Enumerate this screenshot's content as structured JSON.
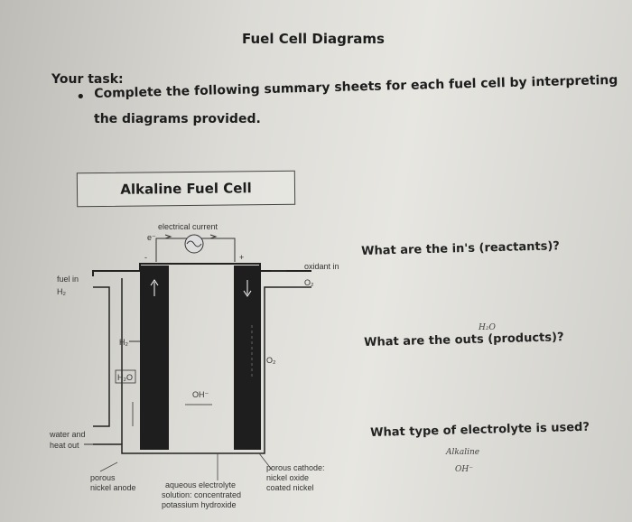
{
  "page": {
    "title": "Fuel Cell Diagrams",
    "task_label": "Your task:",
    "bullet": "•",
    "task_text_line1": "Complete the following summary sheets for each fuel cell by interpreting",
    "task_text_line2": "the diagrams provided."
  },
  "cell": {
    "name": "Alkaline Fuel Cell"
  },
  "diagram": {
    "electrical_current": "electrical current",
    "electron": "e⁻",
    "fuel_in_label": "fuel in",
    "fuel_in_gas": "H₂",
    "oxidant_in_label": "oxidant in",
    "oxidant_in_gas": "O₂",
    "h2_inside": "H₂",
    "h2o_inside": "H₂O",
    "o2_inside": "O₂",
    "hydroxide": "OH⁻",
    "water_heat_line1": "water and",
    "water_heat_line2": "heat out",
    "anode_line1": "porous",
    "anode_line2": "nickel anode",
    "electrolyte_line1": "aqueous electrolyte",
    "electrolyte_line2": "solution: concentrated",
    "electrolyte_line3": "potassium hydroxide",
    "cathode_line1": "porous cathode:",
    "cathode_line2": "nickel oxide",
    "cathode_line3": "coated nickel",
    "plus_sign": "+",
    "minus_sign": "-"
  },
  "questions": {
    "q1": "What are the in's (reactants)?",
    "q2": "What are the outs (products)?",
    "q3": "What type of electrolyte is used?"
  },
  "handwriting": {
    "outs_note": "H₂O",
    "electrolyte_note1": "Alkaline",
    "electrolyte_note2": "OH⁻"
  }
}
